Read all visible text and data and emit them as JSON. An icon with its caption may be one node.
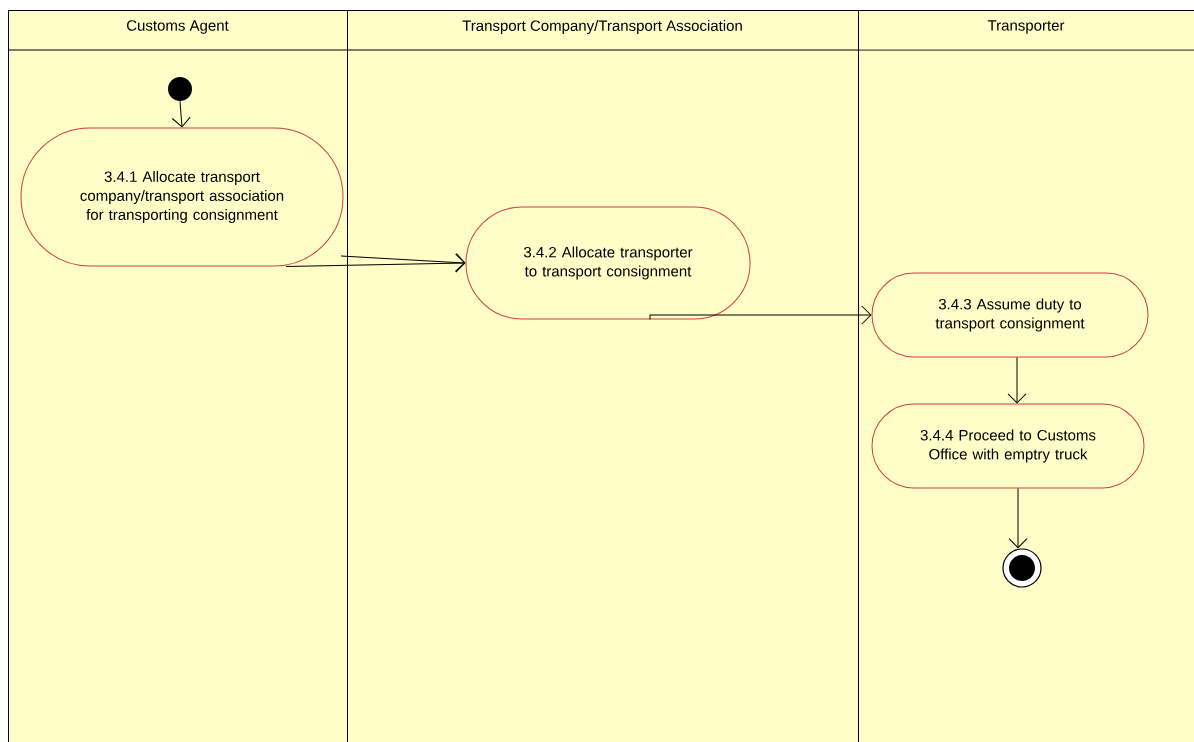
{
  "diagram": {
    "nodes": [
      {
        "text": [
          "Customs Agent"
        ]
      },
      {
        "text": [
          "Transport Company/Transport Association"
        ]
      },
      {
        "text": [
          "Transporter"
        ]
      },
      {
        "text": [],
        "shape": "circle",
        "in": 0
      },
      {
        "text": [
          "3.4.1 Allocate transport company/transport association for transporting consignment"
        ],
        "in": 0
      },
      {
        "text": [
          "3.4.2 Allocate transporter to transport consignment"
        ],
        "in": 1
      },
      {
        "text": [
          "3.4.3 Assume duty to transport consignment"
        ],
        "in": 2
      },
      {
        "text": [
          "3.4.4 Proceed to Customs Office with emptry truck"
        ],
        "in": 2
      },
      {
        "text": [],
        "shape": "bullseye",
        "in": 2
      }
    ],
    "edges": [
      {
        "from": 3,
        "to": 4,
        "arrow": "to"
      },
      {
        "from": 4,
        "to": 5,
        "arrow": "to"
      },
      {
        "from": 0,
        "to": 5,
        "arrow": "to"
      },
      {
        "from": 5,
        "to": 6,
        "arrow": "to"
      },
      {
        "from": 6,
        "to": 7,
        "arrow": "to"
      },
      {
        "from": 7,
        "to": 8,
        "arrow": "to"
      }
    ]
  }
}
